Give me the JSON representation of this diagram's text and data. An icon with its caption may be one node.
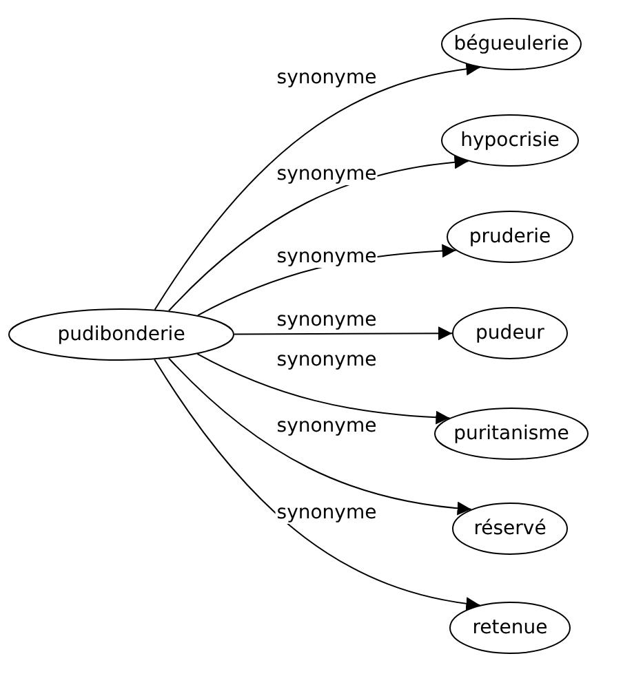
{
  "diagram": {
    "nodes": [
      {
        "text": [
          "pudibonderie"
        ]
      },
      {
        "text": [
          "bégueulerie"
        ]
      },
      {
        "text": [
          "hypocrisie"
        ]
      },
      {
        "text": [
          "pruderie"
        ]
      },
      {
        "text": [
          "pudeur"
        ]
      },
      {
        "text": [
          "puritanisme"
        ]
      },
      {
        "text": [
          "réservé"
        ]
      },
      {
        "text": [
          "retenue"
        ]
      }
    ],
    "edges": [
      {
        "from": 0,
        "to": 1,
        "arrow": "to",
        "label": "synonyme"
      },
      {
        "from": 0,
        "to": 2,
        "arrow": "to",
        "label": "synonyme"
      },
      {
        "from": 0,
        "to": 3,
        "arrow": "to",
        "label": "synonyme"
      },
      {
        "from": 0,
        "to": 4,
        "arrow": "to",
        "label": "synonyme"
      },
      {
        "from": 0,
        "to": 5,
        "arrow": "to",
        "label": "synonyme"
      },
      {
        "from": 0,
        "to": 6,
        "arrow": "to",
        "label": "synonyme"
      },
      {
        "from": 0,
        "to": 7,
        "arrow": "to",
        "label": "synonyme"
      }
    ]
  }
}
